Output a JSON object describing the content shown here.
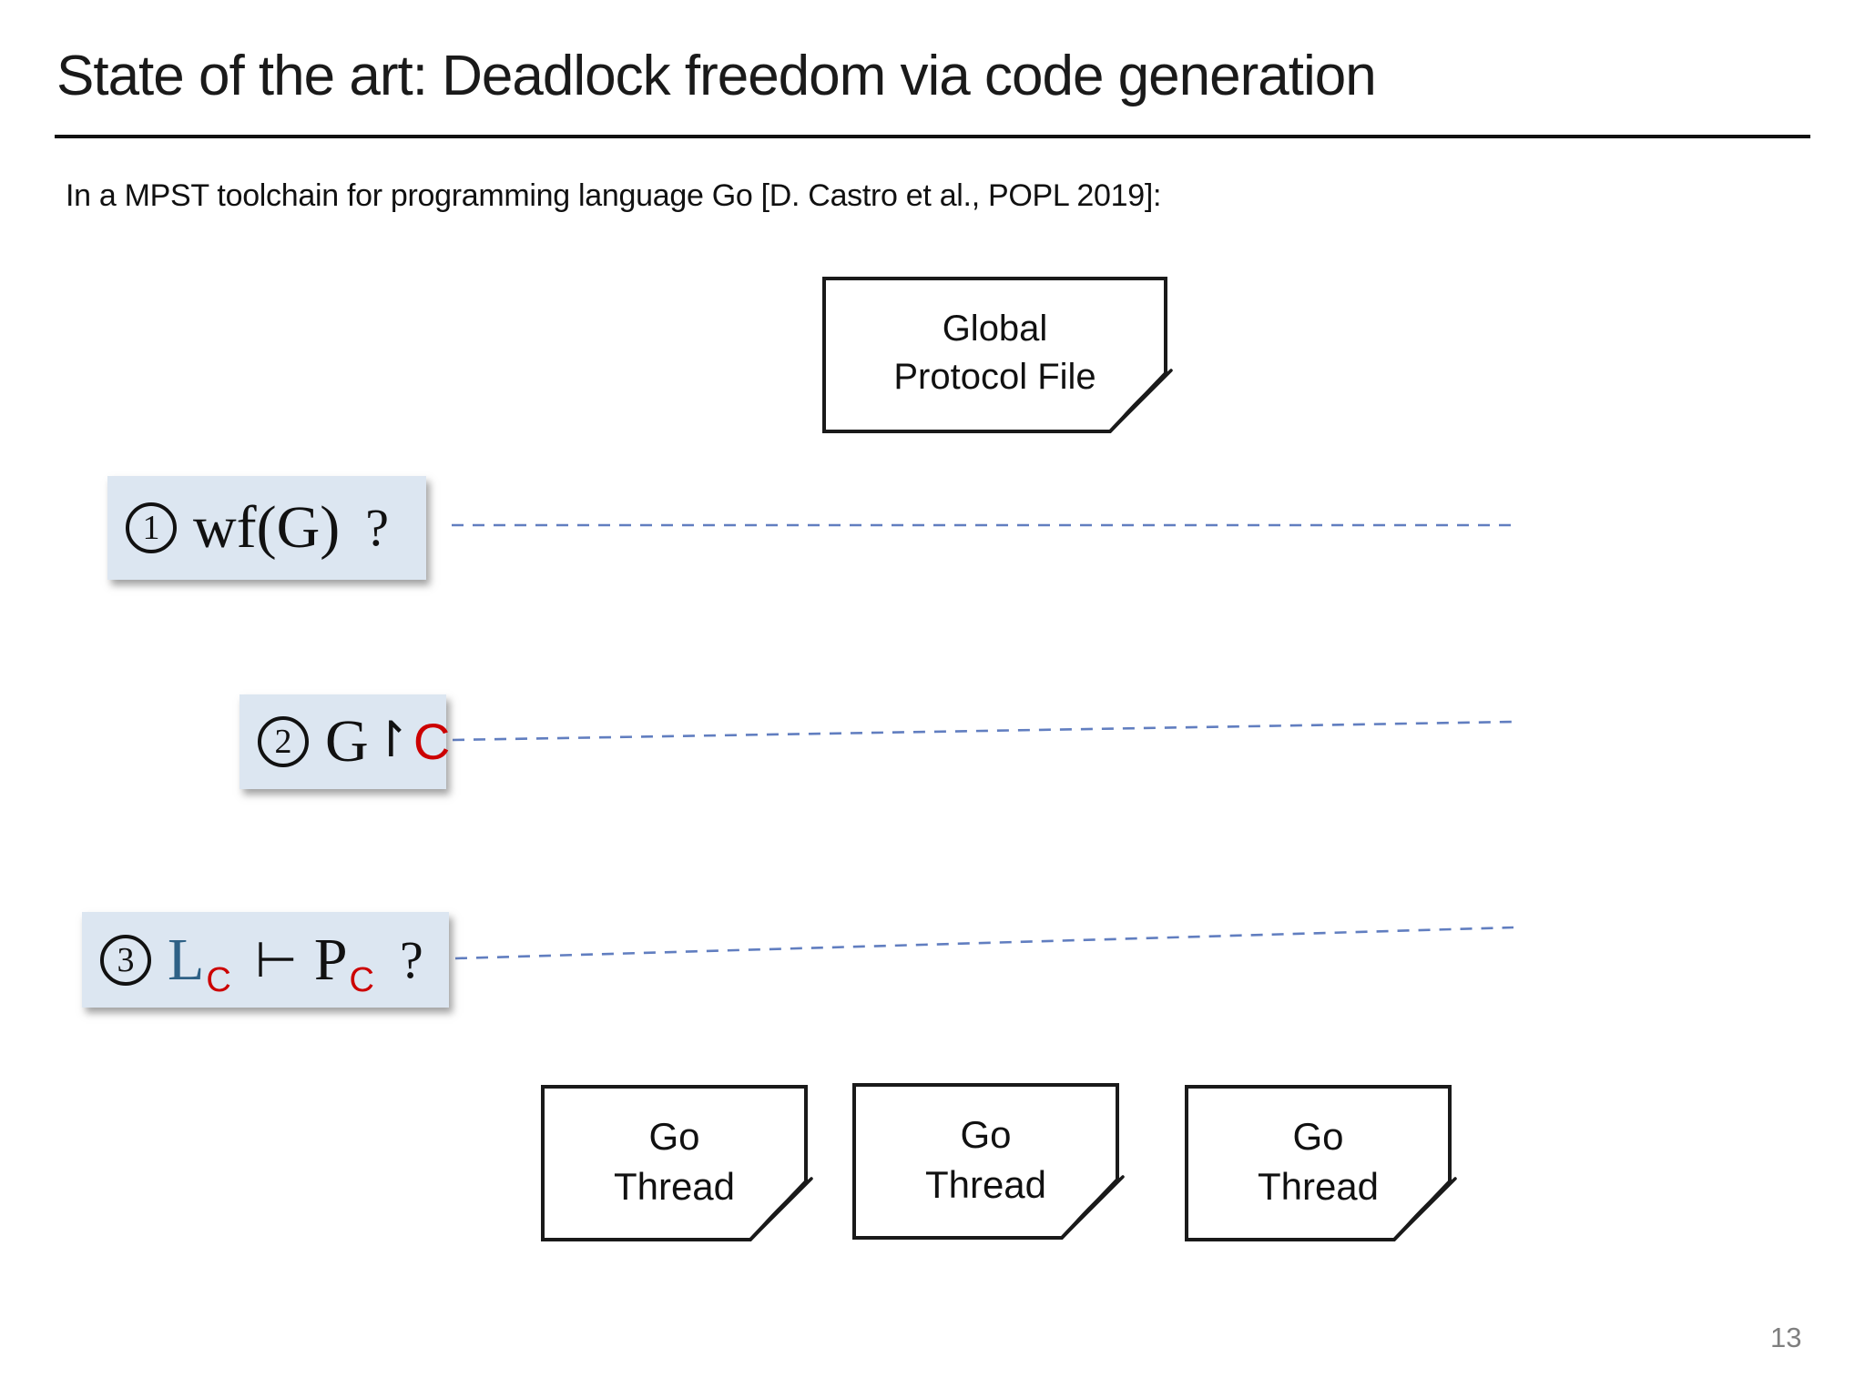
{
  "header": {
    "title": "State of the art: Deadlock freedom via code generation",
    "subtitle": "In a MPST toolchain for programming language Go [D. Castro et al., POPL 2019]:"
  },
  "files": {
    "global": {
      "line1": "Global",
      "line2": "Protocol File"
    },
    "threads": [
      {
        "line1": "Go",
        "line2": "Thread"
      },
      {
        "line1": "Go",
        "line2": "Thread"
      },
      {
        "line1": "Go",
        "line2": "Thread"
      }
    ]
  },
  "steps": [
    {
      "digit": "1",
      "parts": {
        "main": "wf(G)",
        "question": "?"
      }
    },
    {
      "digit": "2",
      "parts": {
        "g": "G",
        "restrict": "↾",
        "c": "C"
      }
    },
    {
      "digit": "3",
      "parts": {
        "l": "L",
        "l_sub": "C",
        "turnstile": "⊢",
        "p": "P",
        "p_sub": "C",
        "question": "?"
      }
    }
  ],
  "page_number": "13",
  "colors": {
    "accent_red": "#CC0000",
    "accent_blue": "#2E6186",
    "dashed_line_blue": "#617EC0",
    "step_label_bg": "#DCE6F1",
    "fold_gray": "#CDCDCD",
    "page_number_gray": "#7F7F7F"
  }
}
